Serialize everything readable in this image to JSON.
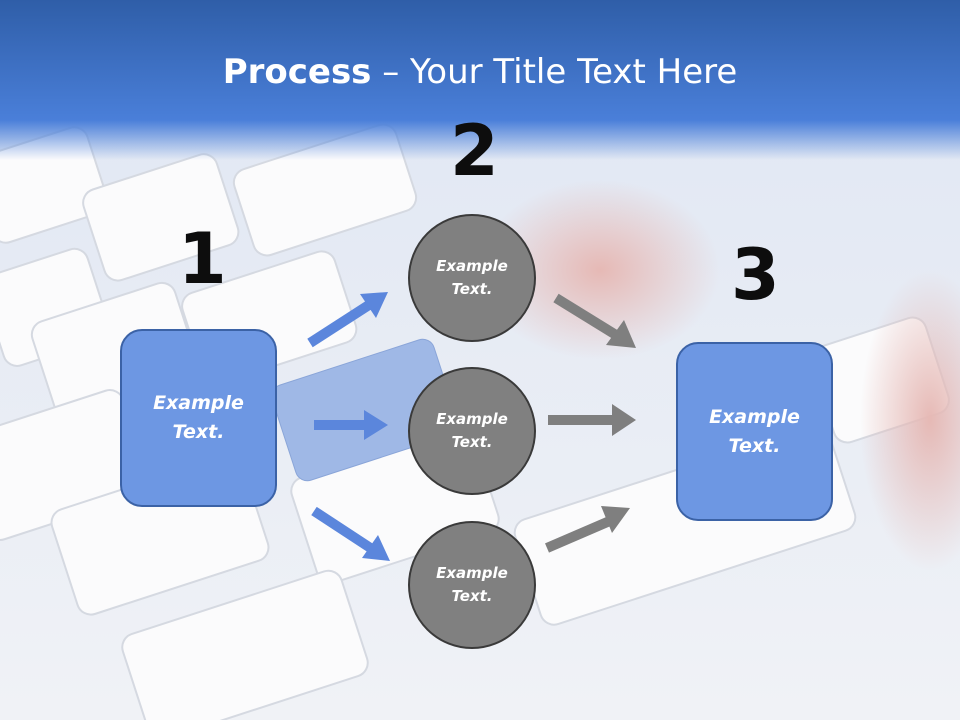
{
  "slide": {
    "title_bold": "Process",
    "title_rest": " – Your Title Text Here"
  },
  "steps": [
    {
      "number": "1",
      "text": "Example Text."
    },
    {
      "number": "2",
      "circles": [
        "Example Text.",
        "Example Text.",
        "Example Text."
      ]
    },
    {
      "number": "3",
      "text": "Example Text."
    }
  ],
  "colors": {
    "header_blue": "#3d6fc9",
    "box_fill": "#6d97e3",
    "circle_fill": "#808080",
    "blue_arrow": "#5b86dc",
    "gray_arrow": "#7f7f7f"
  }
}
